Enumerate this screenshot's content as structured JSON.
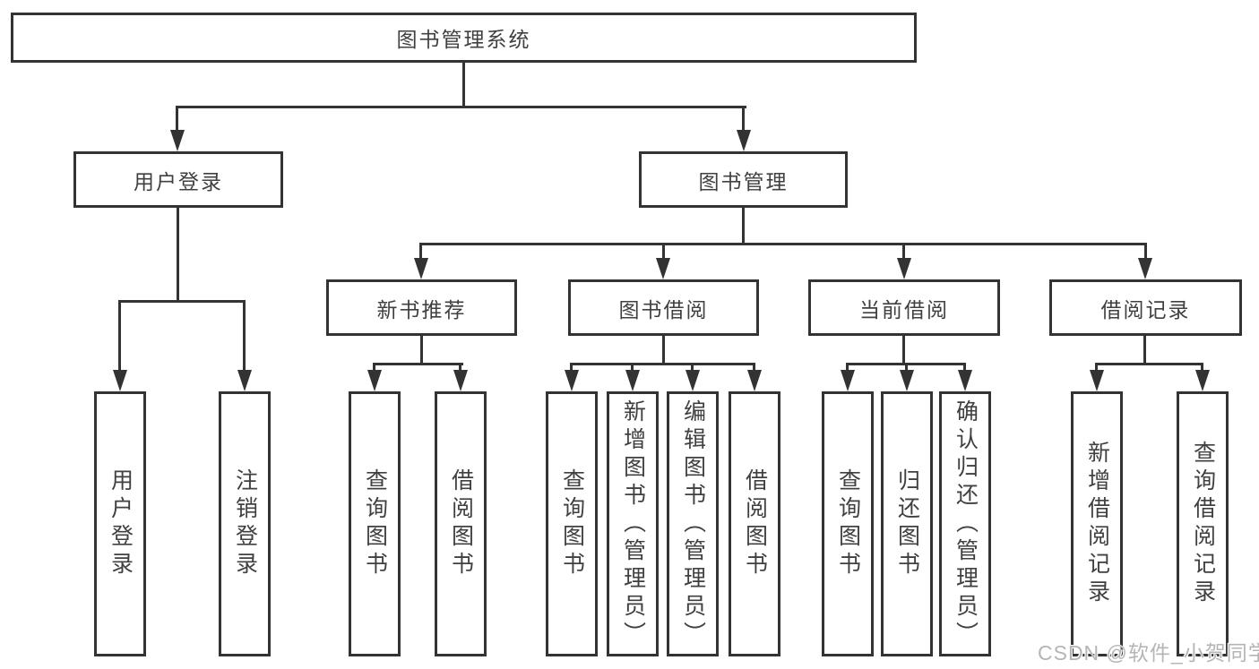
{
  "diagram": {
    "type": "tree",
    "title": "图书管理系统",
    "tree": {
      "root": {
        "label": "图书管理系统"
      },
      "branches": [
        {
          "label": "用户登录",
          "children": [
            {
              "label": "用户登录"
            },
            {
              "label": "注销登录"
            }
          ]
        },
        {
          "label": "图书管理",
          "children": [
            {
              "label": "新书推荐",
              "children": [
                {
                  "label": "查询图书"
                },
                {
                  "label": "借阅图书"
                }
              ]
            },
            {
              "label": "图书借阅",
              "children": [
                {
                  "label": "查询图书"
                },
                {
                  "label": "新增图书（管理员）"
                },
                {
                  "label": "编辑图书（管理员）"
                },
                {
                  "label": "借阅图书"
                }
              ]
            },
            {
              "label": "当前借阅",
              "children": [
                {
                  "label": "查询图书"
                },
                {
                  "label": "归还图书"
                },
                {
                  "label": "确认归还（管理员）"
                }
              ]
            },
            {
              "label": "借阅记录",
              "children": [
                {
                  "label": "新增借阅记录"
                },
                {
                  "label": "查询借阅记录"
                }
              ]
            }
          ]
        }
      ]
    },
    "watermark": "CSDN @软件_小贺同学",
    "colors": {
      "line": "#333333",
      "text": "#404040",
      "background": "#ffffff",
      "watermark": "#b5b5b5"
    }
  }
}
